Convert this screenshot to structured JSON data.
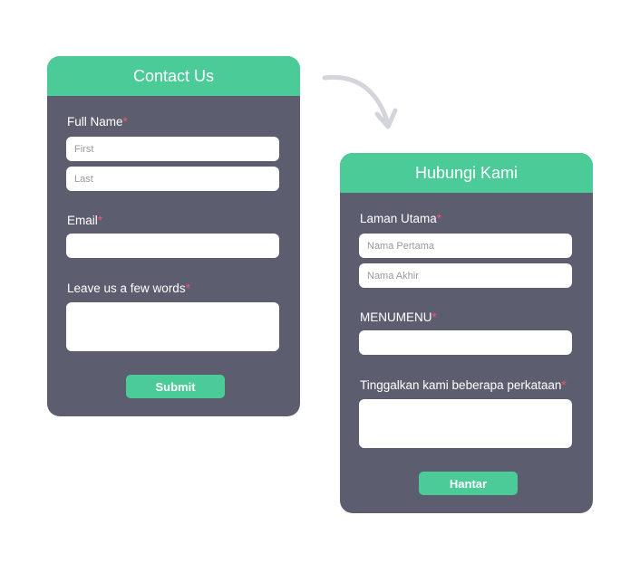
{
  "forms": [
    {
      "title": "Contact Us",
      "name_label": "Full Name",
      "first_placeholder": "First",
      "last_placeholder": "Last",
      "email_label": "Email",
      "message_label": "Leave us a few words",
      "submit": "Submit",
      "required": "*"
    },
    {
      "title": "Hubungi Kami",
      "name_label": "Laman Utama",
      "first_placeholder": "Nama Pertama",
      "last_placeholder": "Nama Akhir",
      "email_label": "MENUMENU",
      "message_label": "Tinggalkan kami beberapa perkataan",
      "submit": "Hantar",
      "required": "*"
    }
  ],
  "colors": {
    "accent": "#4acb97",
    "card": "#5c5e70",
    "required": "#f0566a"
  }
}
